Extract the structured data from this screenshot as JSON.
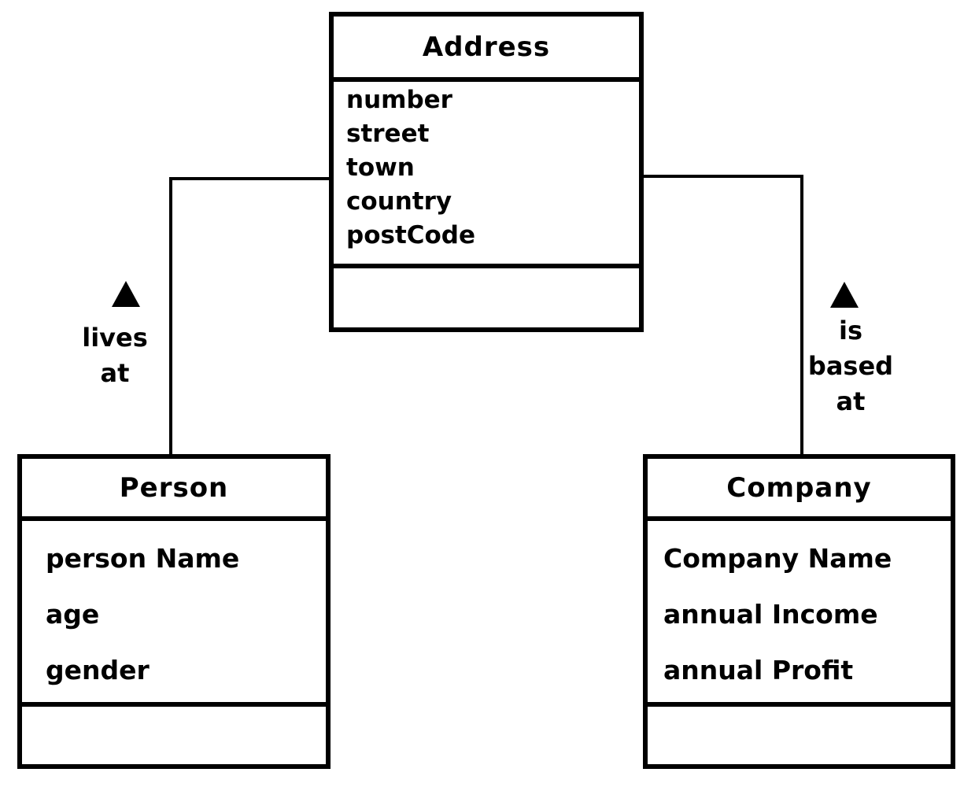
{
  "page": {
    "background": "#ffffff"
  },
  "colors": {
    "ink": "#000000"
  },
  "diagram": {
    "type": "uml-class-diagram",
    "style": "hand-drawn",
    "classes": [
      {
        "name": "Address",
        "attributes": [
          "number",
          "street",
          "town",
          "country",
          "postCode"
        ],
        "methods": []
      },
      {
        "name": "Person",
        "attributes": [
          "person Name",
          "age",
          "gender"
        ],
        "methods": []
      },
      {
        "name": "Company",
        "attributes": [
          "Company Name",
          "annual Income",
          "annual Profit"
        ],
        "methods": []
      }
    ],
    "relationships": [
      {
        "from": "Person",
        "to": "Address",
        "reading_label": "lives at",
        "label_lines": [
          "lives",
          "at"
        ],
        "arrow": "filled-triangle-up"
      },
      {
        "from": "Company",
        "to": "Address",
        "reading_label": "is based at",
        "label_lines": [
          "is",
          "based",
          "at"
        ],
        "arrow": "filled-triangle-up"
      }
    ]
  }
}
